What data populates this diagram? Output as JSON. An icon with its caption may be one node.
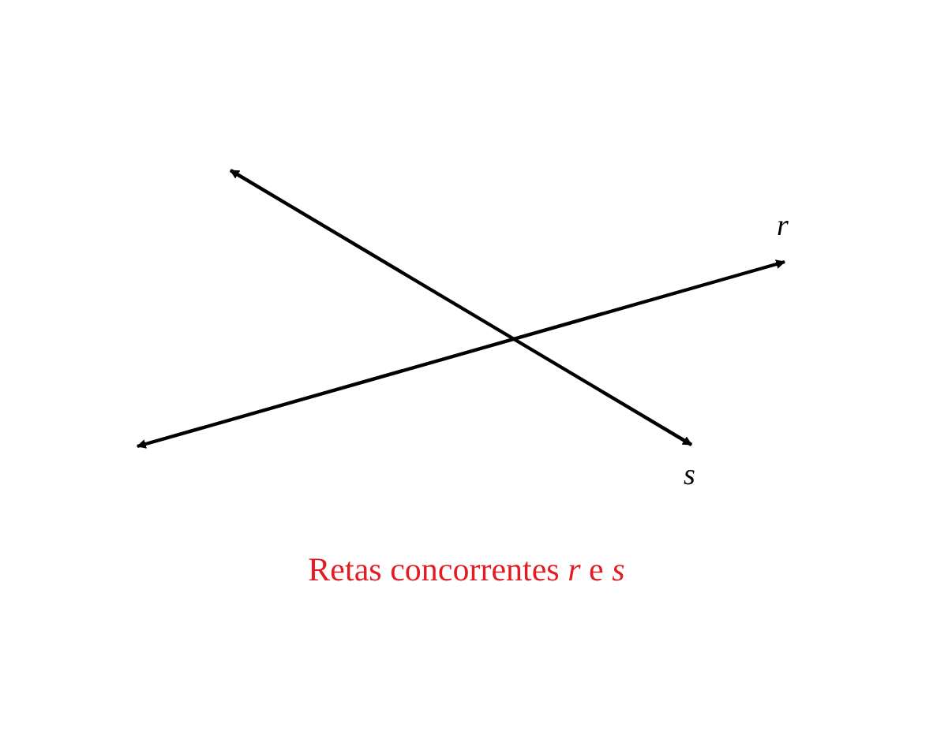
{
  "diagram": {
    "caption": "Retas concorrentes *r* e *s*",
    "labels": [
      "r",
      "s"
    ]
  }
}
